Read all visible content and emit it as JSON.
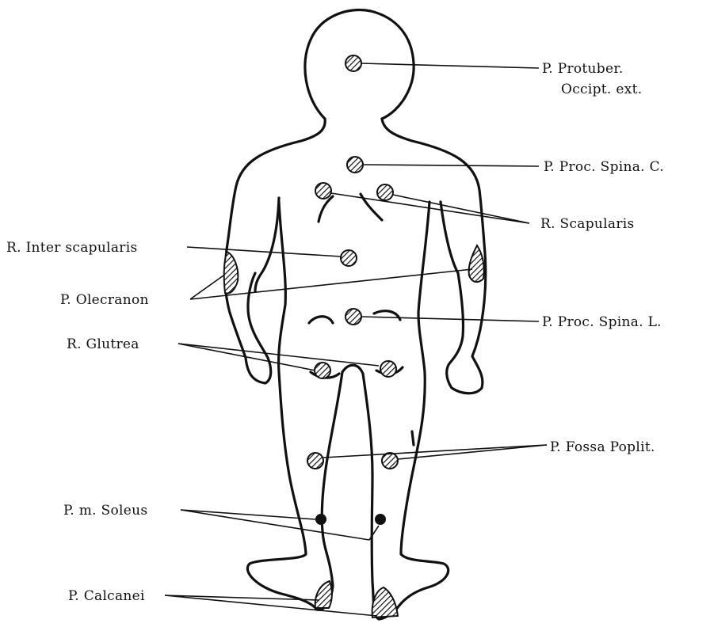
{
  "labels": {
    "protuber_line1": "P. Protuber.",
    "protuber_line2": "Occipt. ext.",
    "proc_spina_c": "P. Proc. Spina. C.",
    "scapularis": "R. Scapularis",
    "inter_scapularis": "R. Inter scapularis",
    "olecranon": "P. Olecranon",
    "proc_spina_l": "P. Proc. Spina. L.",
    "glutrea": "R. Glutrea",
    "fossa_poplit": "P. Fossa Poplit.",
    "soleus": "P. m. Soleus",
    "calcanei": "P. Calcanei"
  },
  "colors": {
    "ink": "#111111",
    "background": "#ffffff"
  }
}
